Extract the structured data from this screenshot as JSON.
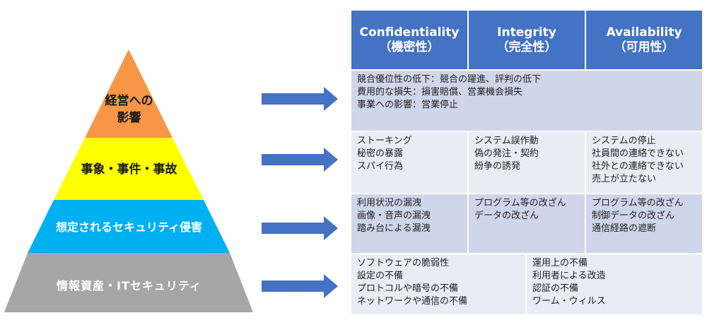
{
  "pyramid": {
    "layers": [
      {
        "label_lines": [
          "経営への",
          "影響"
        ],
        "color": "#f79646",
        "text_color": "#1a1a1a"
      },
      {
        "label_lines": [
          "事象・事件・事故"
        ],
        "color": "#ffff00",
        "text_color": "#1a1a1a"
      },
      {
        "label_lines": [
          "想定されるセキュリティ侵害"
        ],
        "color": "#00b0f0",
        "text_color": "#ffffff"
      },
      {
        "label_lines": [
          "情報資産・ITセキュリティ"
        ],
        "color": "#a6a6a6",
        "text_color": "#ffffff"
      }
    ]
  },
  "arrow_color": "#4472c4",
  "table": {
    "headers": [
      {
        "title": "Confidentiality",
        "subtitle": "（機密性）"
      },
      {
        "title": "Integrity",
        "subtitle": "（完全性）"
      },
      {
        "title": "Availability",
        "subtitle": "（可用性）"
      }
    ],
    "row_business_impact": {
      "lines": [
        "競合優位性の低下：競合の躍進、評判の低下",
        "費用的な損失：損害賠償、営業機会損失",
        "事業への影響：営業停止"
      ]
    },
    "row_incidents": {
      "confidentiality": [
        "ストーキング",
        "秘密の暴露",
        "スパイ行為"
      ],
      "integrity": [
        "システム誤作動",
        "偽の発注・契約",
        "紛争の誘発"
      ],
      "availability": [
        "システムの停止",
        "社員間の連絡できない",
        "社外との連絡できない",
        "売上が立たない"
      ]
    },
    "row_breaches": {
      "confidentiality": [
        "利用状況の漏洩",
        "画像・音声の漏洩",
        "踏み台による漏洩"
      ],
      "integrity": [
        "プログラム等の改ざん",
        "データの改ざん"
      ],
      "availability": [
        "プログラム等の改ざん",
        "制御データの改ざん",
        "通信経路の遮断"
      ]
    },
    "row_assets": {
      "left": [
        "ソフトウェアの脆弱性",
        "設定の不備",
        "プロトコルや暗号の不備",
        "ネットワークや通信の不備"
      ],
      "right": [
        "運用上の不備",
        "利用者による改造",
        "認証の不備",
        "ワーム・ウィルス"
      ]
    }
  }
}
